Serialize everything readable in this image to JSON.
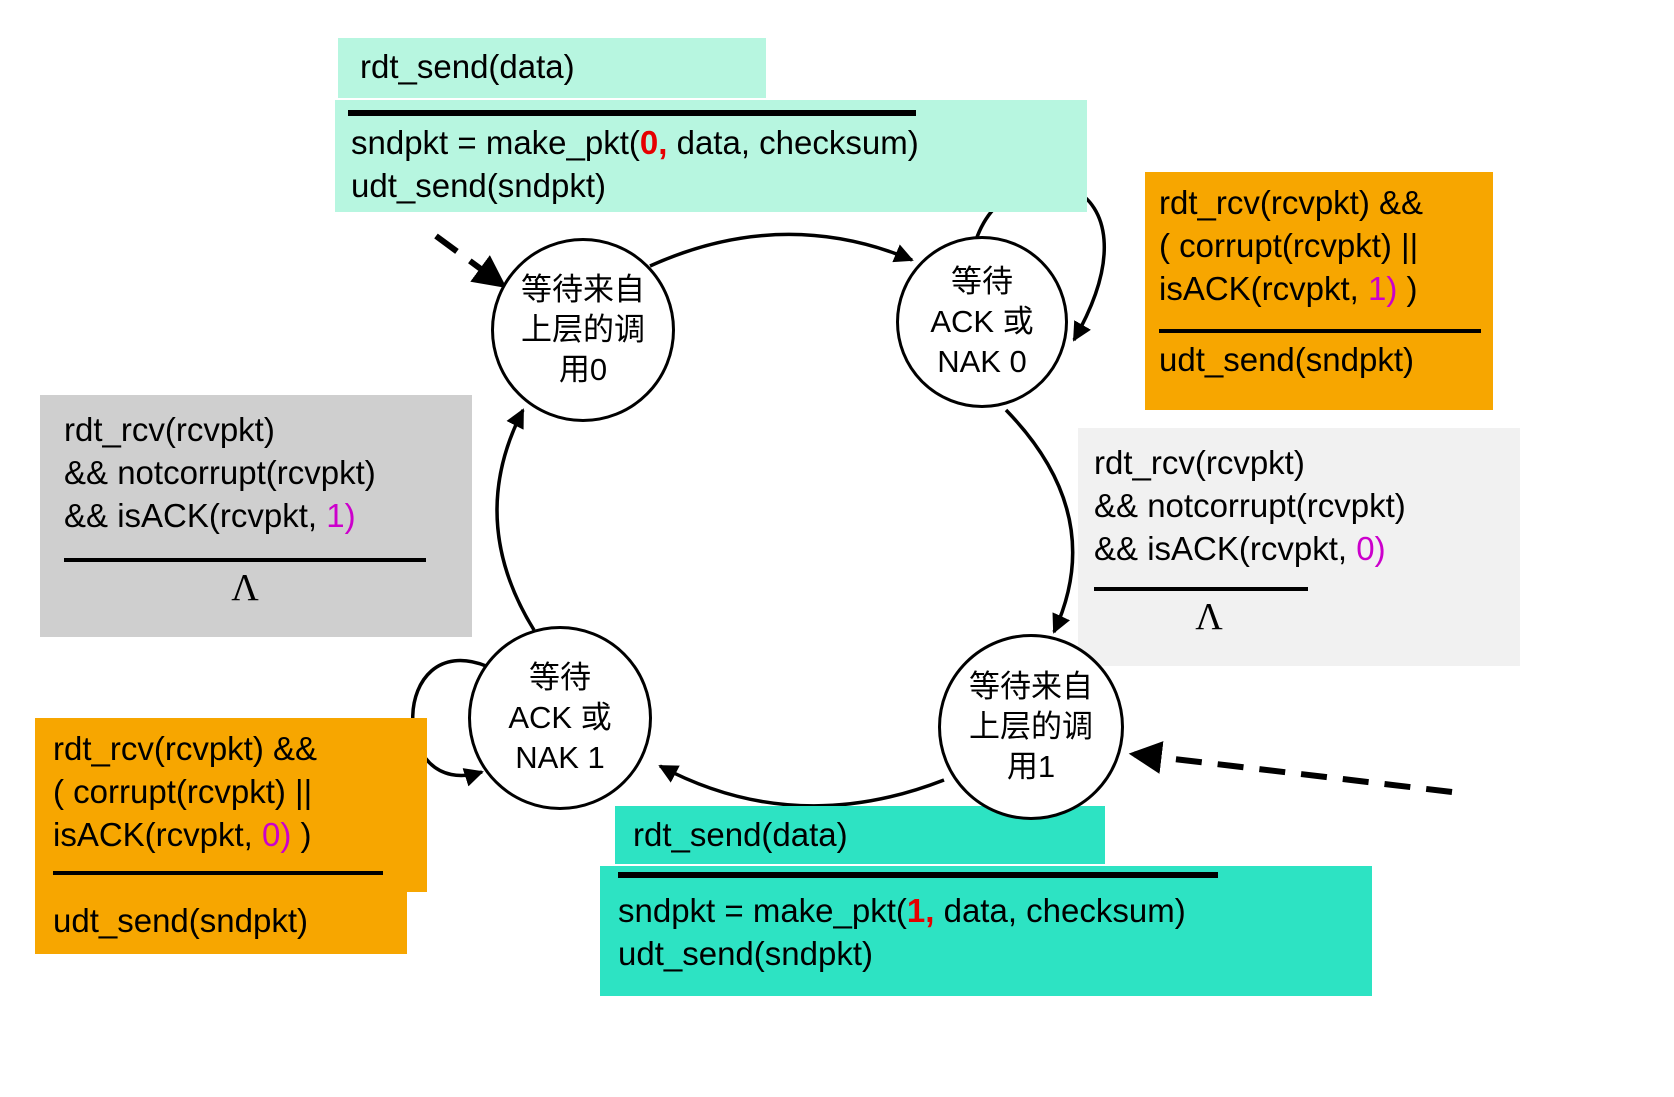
{
  "diagram": {
    "type": "fsm",
    "states": {
      "wait_call_0": {
        "lines": [
          "等待来自",
          "上层的调",
          "用0"
        ]
      },
      "wait_ack_0": {
        "lines": [
          "等待",
          "ACK 或",
          "NAK 0"
        ]
      },
      "wait_ack_1": {
        "lines": [
          "等待",
          "ACK 或",
          "NAK 1"
        ]
      },
      "wait_call_1": {
        "lines": [
          "等待来自",
          "上层的调",
          "用1"
        ]
      }
    },
    "transitions": {
      "send0": {
        "event": "rdt_send(data)",
        "action1_pre": "sndpkt = make_pkt(",
        "action1_seq": "0,",
        "action1_post": " data, checksum)",
        "action2": "udt_send(sndpkt)"
      },
      "ack0_corrupt_resend": {
        "cond_line1": "rdt_rcv(rcvpkt) &&",
        "cond_line2": "( corrupt(rcvpkt) ||",
        "cond_line3_pre": "isACK(rcvpkt,",
        "cond_line3_seq": " 1)",
        "cond_line3_post": " )",
        "action": "udt_send(sndpkt)"
      },
      "ack1_ok": {
        "cond_line1": "rdt_rcv(rcvpkt)",
        "cond_line2": "&& notcorrupt(rcvpkt)",
        "cond_line3_pre": "&& isACK(rcvpkt,",
        "cond_line3_seq": " 1)",
        "action": "Λ"
      },
      "ack0_ok": {
        "cond_line1": "rdt_rcv(rcvpkt)",
        "cond_line2": "&& notcorrupt(rcvpkt)",
        "cond_line3_pre": "&& isACK(rcvpkt,",
        "cond_line3_seq": " 0)",
        "action": "Λ"
      },
      "ack1_corrupt_resend": {
        "cond_line1": "rdt_rcv(rcvpkt) &&",
        "cond_line2": "( corrupt(rcvpkt) ||",
        "cond_line3_pre": "isACK(rcvpkt,",
        "cond_line3_seq": " 0)",
        "cond_line3_post": " )",
        "action": "udt_send(sndpkt)"
      },
      "send1": {
        "event": "rdt_send(data)",
        "action1_pre": "sndpkt = make_pkt(",
        "action1_seq": "1,",
        "action1_post": " data, checksum)",
        "action2": "udt_send(sndpkt)"
      }
    },
    "colors": {
      "label_mint": "#b7f6e0",
      "label_turquoise": "#2de3c3",
      "label_orange": "#f7a600",
      "label_gray": "#cfcfcf",
      "label_light_gray": "#f1f1f1",
      "seq_highlight_red": "#e60000",
      "seq_highlight_magenta": "#cc00cc",
      "stroke": "#000000"
    }
  }
}
